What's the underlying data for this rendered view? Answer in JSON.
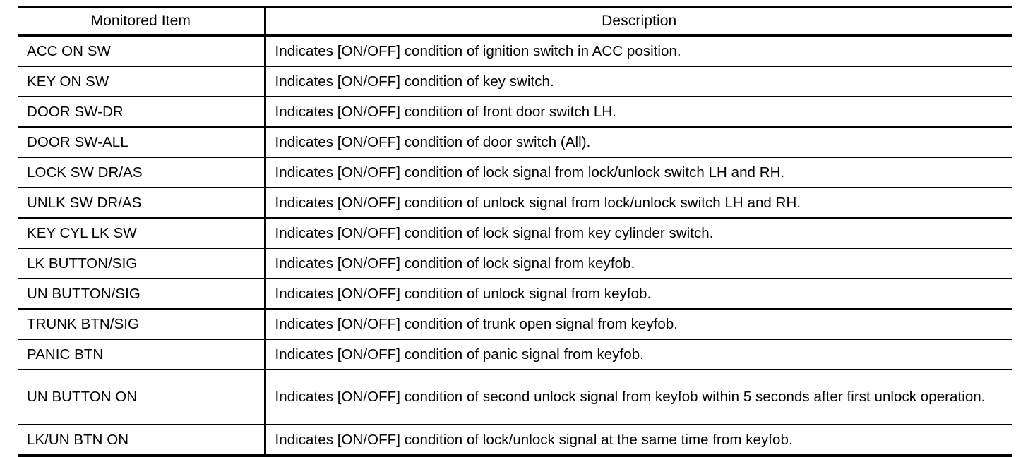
{
  "table": {
    "columns": {
      "item_header": "Monitored Item",
      "description_header": "Description"
    },
    "rows": [
      {
        "item": "ACC ON SW",
        "description": "Indicates [ON/OFF] condition of ignition switch in ACC position.",
        "multiline": false
      },
      {
        "item": "KEY ON SW",
        "description": "Indicates [ON/OFF] condition of key switch.",
        "multiline": false
      },
      {
        "item": "DOOR SW-DR",
        "description": "Indicates [ON/OFF] condition of front door switch LH.",
        "multiline": false
      },
      {
        "item": "DOOR SW-ALL",
        "description": "Indicates [ON/OFF] condition of door switch (All).",
        "multiline": false
      },
      {
        "item": "LOCK SW DR/AS",
        "description": "Indicates [ON/OFF] condition of lock signal from lock/unlock switch LH and RH.",
        "multiline": false
      },
      {
        "item": "UNLK SW DR/AS",
        "description": "Indicates [ON/OFF] condition of unlock signal from lock/unlock switch LH and RH.",
        "multiline": false
      },
      {
        "item": "KEY CYL LK SW",
        "description": "Indicates [ON/OFF] condition of lock signal from key cylinder switch.",
        "multiline": false
      },
      {
        "item": "LK BUTTON/SIG",
        "description": "Indicates [ON/OFF] condition of lock signal from keyfob.",
        "multiline": false
      },
      {
        "item": "UN BUTTON/SIG",
        "description": "Indicates [ON/OFF] condition of unlock signal from keyfob.",
        "multiline": false
      },
      {
        "item": "TRUNK BTN/SIG",
        "description": "Indicates [ON/OFF] condition of trunk open signal from keyfob.",
        "multiline": false
      },
      {
        "item": "PANIC BTN",
        "description": "Indicates [ON/OFF] condition of panic signal from keyfob.",
        "multiline": false
      },
      {
        "item": "UN BUTTON ON",
        "description": "Indicates [ON/OFF] condition of second unlock signal from keyfob within 5 seconds after first unlock operation.",
        "multiline": true
      },
      {
        "item": "LK/UN BTN ON",
        "description": "Indicates [ON/OFF] condition of lock/unlock signal at the same time from keyfob.",
        "multiline": false
      }
    ]
  }
}
